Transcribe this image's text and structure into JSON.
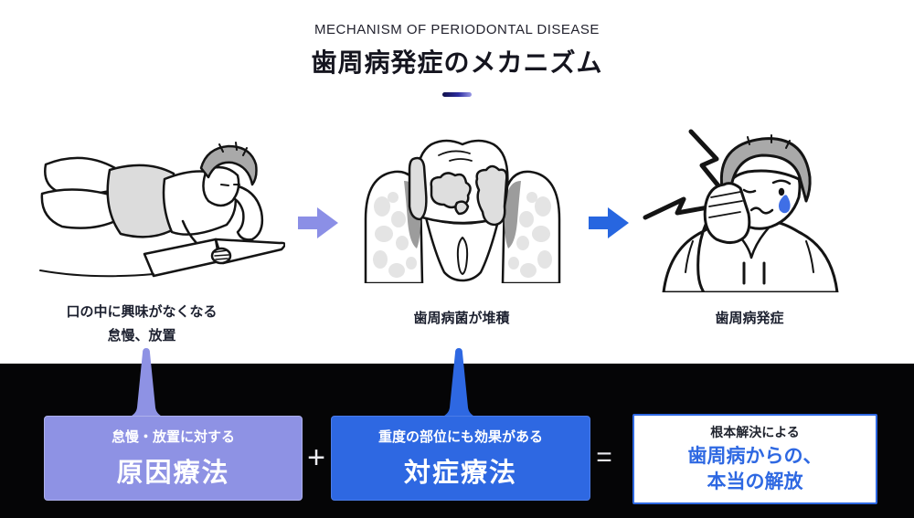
{
  "header": {
    "subtitle": "MECHANISM OF PERIODONTAL DISEASE",
    "title": "歯周病発症のメカニズム"
  },
  "flow": {
    "steps": [
      {
        "caption_line1": "口の中に興味がなくなる",
        "caption_line2": "怠慢、放置",
        "illustration": "lazy-person-illustration"
      },
      {
        "caption_line1": "歯周病菌が堆積",
        "illustration": "tooth-plaque-illustration"
      },
      {
        "caption_line1": "歯周病発症",
        "illustration": "toothache-person-illustration"
      }
    ],
    "arrow_icon": "arrow-right-icon"
  },
  "formula": {
    "plus": "+",
    "equals": "=",
    "cause_box": {
      "subtitle": "怠慢・放置に対する",
      "title": "原因療法"
    },
    "symptom_box": {
      "subtitle": "重度の部位にも効果がある",
      "title": "対症療法"
    },
    "result_box": {
      "subtitle": "根本解決による",
      "title_line1": "歯周病からの、",
      "title_line2": "本当の解放"
    }
  },
  "icons": {
    "step_arrow_1": "arrow-right-icon",
    "step_arrow_2": "arrow-right-icon",
    "pain_flash": "lightning-bolt-icon",
    "tear": "tear-drop-icon"
  },
  "colors": {
    "accent_purple": "#8e92e4",
    "accent_blue": "#2e68e2",
    "band_black": "#050506",
    "text_dark": "#1d2130",
    "illustration_gray": "#a9a9a9",
    "plaque_gray": "#dedede",
    "shadow_gray": "#9c9c9c"
  }
}
